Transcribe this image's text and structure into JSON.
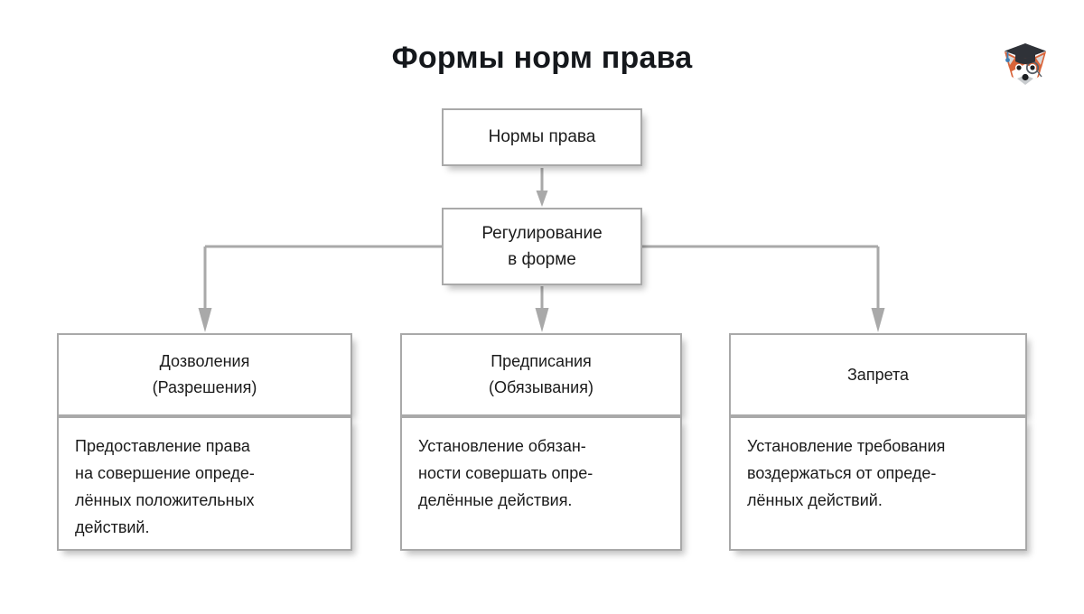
{
  "page": {
    "title": "Формы норм права",
    "background_color": "#ffffff",
    "text_color": "#1b1b1b",
    "border_color": "#a9a9a9",
    "connector_color": "#a9a9a9"
  },
  "logo": {
    "name": "fox-graduate-logo",
    "description": "Оранжевый лис в академической шапочке с моноклем",
    "colors": {
      "fur": "#d9643a",
      "cap": "#2f3238",
      "muzzle": "#ffffff",
      "ear_inner": "#d9d9d9",
      "tassel": "#3f7fb5"
    }
  },
  "diagram": {
    "type": "hierarchy-flowchart",
    "root": {
      "id": "norms",
      "label": "Нормы права"
    },
    "middle": {
      "id": "regulation",
      "label": "Регулирование\nв форме"
    },
    "columns": [
      {
        "id": "col1",
        "head": "Дозволения\n(Разрешения)",
        "body": "Предоставление права\nна совершение опреде-\nлённых положительных\nдействий."
      },
      {
        "id": "col2",
        "head": "Предписания\n(Обязывания)",
        "body": "Установление обязан-\nности совершать опре-\nделённые действия."
      },
      {
        "id": "col3",
        "head": "Запрета",
        "body": "Установление требования\nвоздержаться от опреде-\nлённых действий."
      }
    ],
    "connectors": [
      {
        "from": "norms",
        "to": "regulation",
        "style": "straight-arrow-down"
      },
      {
        "from": "regulation",
        "to": "col1",
        "style": "elbow-left-arrow-down"
      },
      {
        "from": "regulation",
        "to": "col2",
        "style": "straight-arrow-down"
      },
      {
        "from": "regulation",
        "to": "col3",
        "style": "elbow-right-arrow-down"
      }
    ]
  }
}
